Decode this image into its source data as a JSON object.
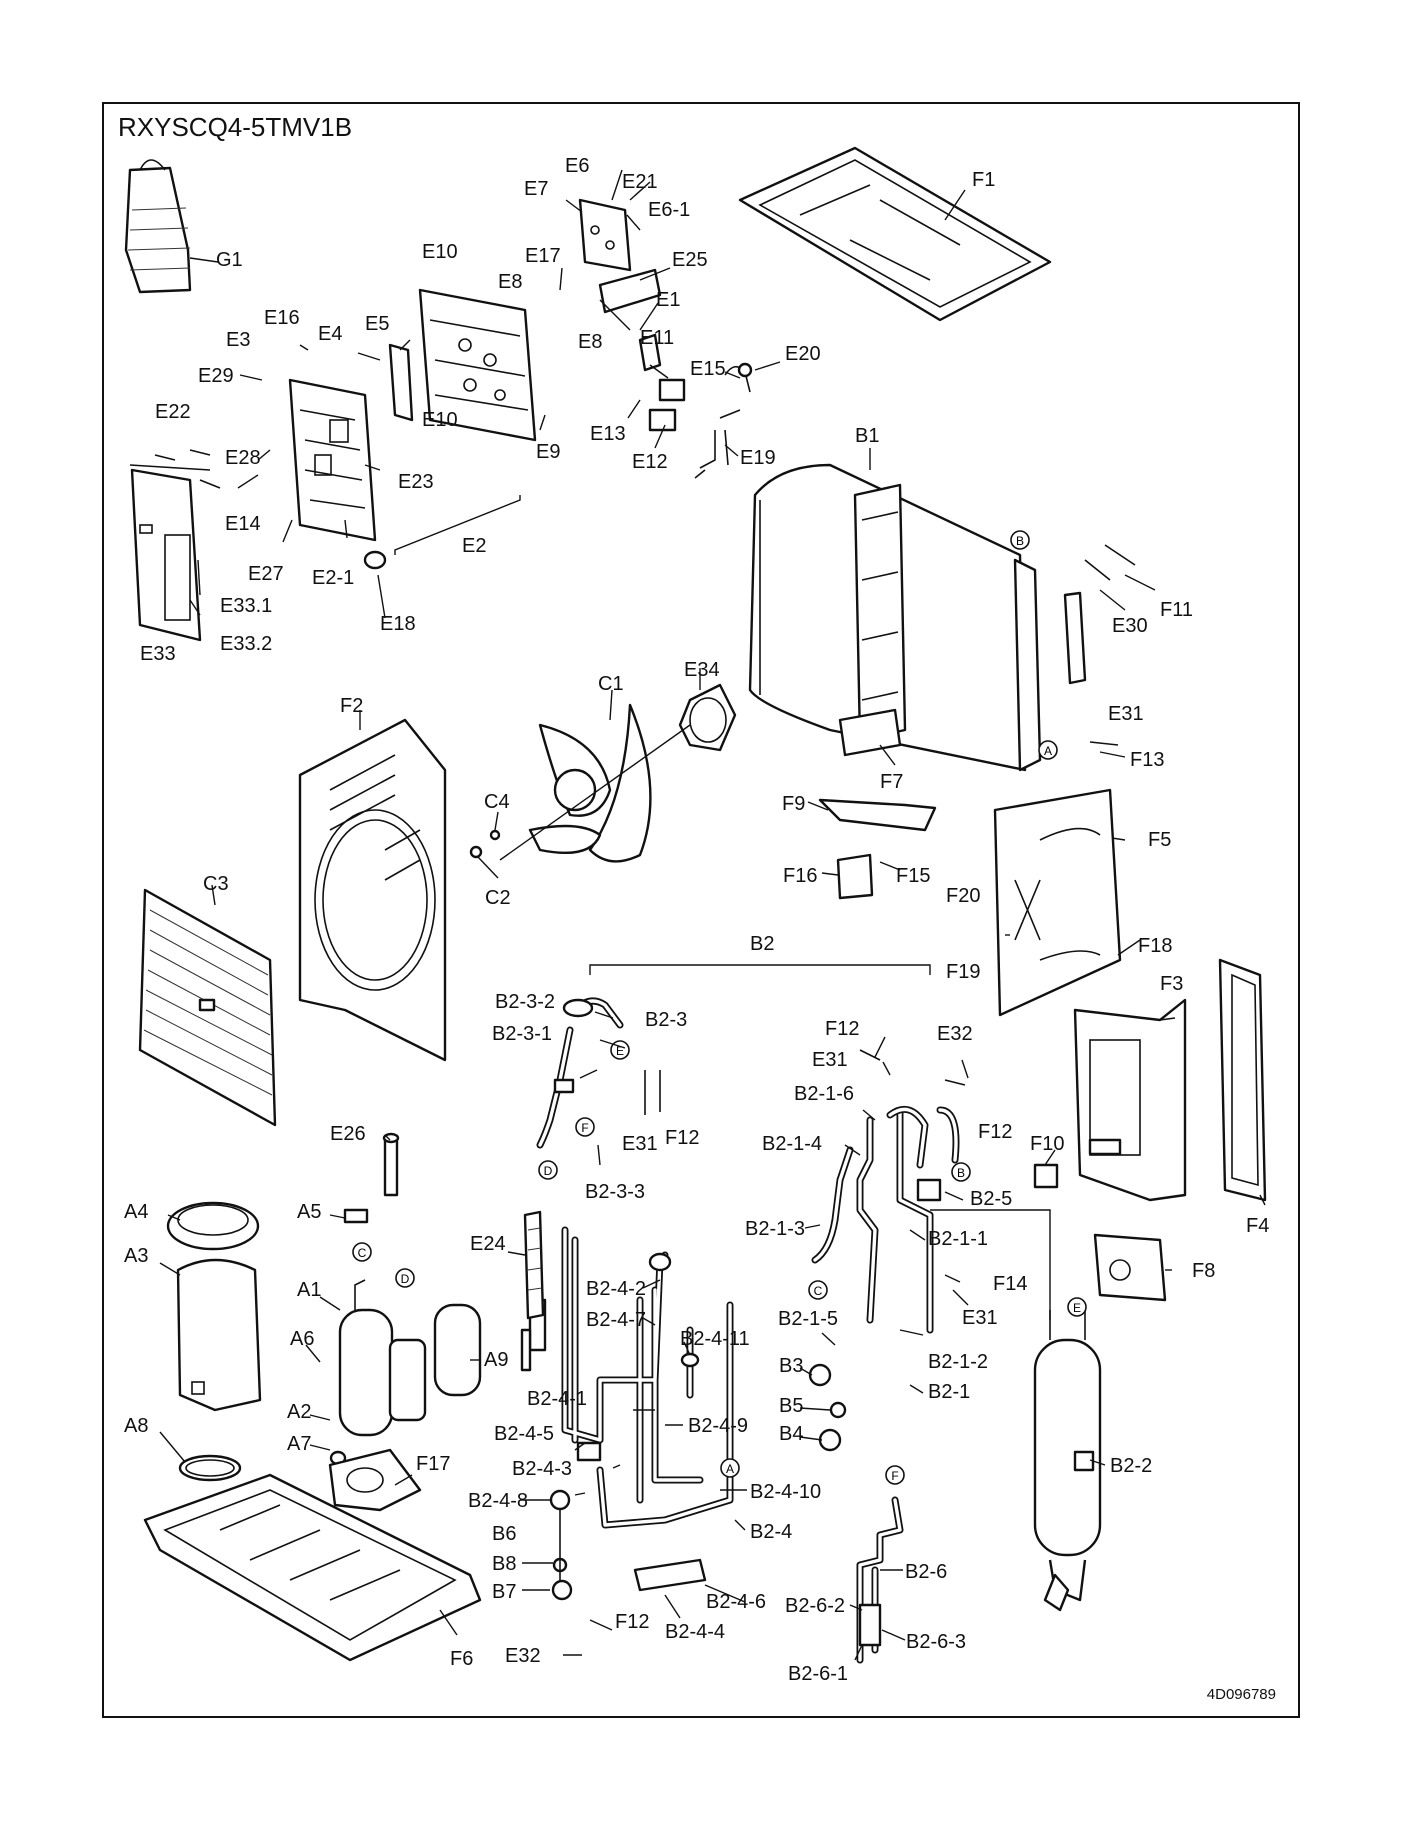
{
  "model": "RXYSCQ4-5TMV1B",
  "doc_number": "4D096789",
  "labels": [
    "G1",
    "E21",
    "E6",
    "E7",
    "E6-1",
    "E17",
    "E25",
    "E10",
    "E8",
    "E1",
    "E16",
    "E3",
    "E4",
    "E5",
    "E29",
    "E22",
    "E28",
    "E14",
    "E23",
    "E27",
    "E2-1",
    "E2",
    "E33.1",
    "E33",
    "E33.2",
    "E18",
    "E9",
    "E13",
    "E12",
    "E11",
    "E15",
    "E20",
    "E19",
    "F1",
    "B1",
    "F11",
    "E30",
    "E34",
    "C1",
    "F2",
    "C4",
    "C2",
    "C3",
    "F7",
    "E31",
    "F13",
    "F9",
    "F16",
    "F15",
    "F5",
    "F20",
    "F18",
    "F19",
    "B2",
    "B2-3-2",
    "B2-3",
    "B2-3-1",
    "B2-3-3",
    "F12",
    "E32",
    "B2-1-6",
    "B2-1-4",
    "B2-5",
    "F10",
    "F3",
    "F4",
    "E26",
    "A4",
    "A5",
    "A3",
    "A1",
    "A6",
    "A9",
    "A2",
    "A7",
    "A8",
    "F17",
    "F6",
    "E24",
    "B2-4-2",
    "B2-4-7",
    "B2-4-11",
    "B2-4-1",
    "B2-4-9",
    "B2-4-5",
    "B2-4-3",
    "B2-4-10",
    "B2-4-8",
    "B6",
    "B2-4",
    "B8",
    "B7",
    "B2-4-6",
    "B2-4-4",
    "B2-1-3",
    "B2-1-1",
    "F14",
    "B2-1-5",
    "B2-1-2",
    "B3",
    "B5",
    "B2-1",
    "B4",
    "B2-6",
    "B2-6-2",
    "B2-6-3",
    "B2-6-1",
    "B2-2",
    "F8",
    "E31-b",
    "E31-c",
    "E10-b",
    "E8-b",
    "F12-b",
    "F12-c",
    "E32-b"
  ],
  "label_text": {
    "G1": "G1",
    "E21": "E21",
    "E6": "E6",
    "E7": "E7",
    "E6-1": "E6-1",
    "E17": "E17",
    "E25": "E25",
    "E10": "E10",
    "E8": "E8",
    "E1": "E1",
    "E16": "E16",
    "E3": "E3",
    "E4": "E4",
    "E5": "E5",
    "E29": "E29",
    "E22": "E22",
    "E28": "E28",
    "E14": "E14",
    "E23": "E23",
    "E27": "E27",
    "E2-1": "E2-1",
    "E2": "E2",
    "E33.1": "E33.1",
    "E33": "E33",
    "E33.2": "E33.2",
    "E18": "E18",
    "E9": "E9",
    "E13": "E13",
    "E12": "E12",
    "E11": "E11",
    "E15": "E15",
    "E20": "E20",
    "E19": "E19",
    "F1": "F1",
    "B1": "B1",
    "F11": "F11",
    "E30": "E30",
    "E34": "E34",
    "C1": "C1",
    "F2": "F2",
    "C4": "C4",
    "C2": "C2",
    "C3": "C3",
    "F7": "F7",
    "E31": "E31",
    "F13": "F13",
    "F9": "F9",
    "F16": "F16",
    "F15": "F15",
    "F5": "F5",
    "F20": "F20",
    "F18": "F18",
    "F19": "F19",
    "B2": "B2",
    "B2-3-2": "B2-3-2",
    "B2-3": "B2-3",
    "B2-3-1": "B2-3-1",
    "B2-3-3": "B2-3-3",
    "F12": "F12",
    "E32": "E32",
    "B2-1-6": "B2-1-6",
    "B2-1-4": "B2-1-4",
    "B2-5": "B2-5",
    "F10": "F10",
    "F3": "F3",
    "F4": "F4",
    "E26": "E26",
    "A4": "A4",
    "A5": "A5",
    "A3": "A3",
    "A1": "A1",
    "A6": "A6",
    "A9": "A9",
    "A2": "A2",
    "A7": "A7",
    "A8": "A8",
    "F17": "F17",
    "F6": "F6",
    "E24": "E24",
    "B2-4-2": "B2-4-2",
    "B2-4-7": "B2-4-7",
    "B2-4-11": "B2-4-11",
    "B2-4-1": "B2-4-1",
    "B2-4-9": "B2-4-9",
    "B2-4-5": "B2-4-5",
    "B2-4-3": "B2-4-3",
    "B2-4-10": "B2-4-10",
    "B2-4-8": "B2-4-8",
    "B6": "B6",
    "B2-4": "B2-4",
    "B8": "B8",
    "B7": "B7",
    "B2-4-6": "B2-4-6",
    "B2-4-4": "B2-4-4",
    "B2-1-3": "B2-1-3",
    "B2-1-1": "B2-1-1",
    "F14": "F14",
    "B2-1-5": "B2-1-5",
    "B2-1-2": "B2-1-2",
    "B3": "B3",
    "B5": "B5",
    "B2-1": "B2-1",
    "B4": "B4",
    "B2-6": "B2-6",
    "B2-6-2": "B2-6-2",
    "B2-6-3": "B2-6-3",
    "B2-6-1": "B2-6-1",
    "B2-2": "B2-2",
    "F8": "F8",
    "E31-b": "E31",
    "E31-c": "E31",
    "E10-b": "E10",
    "E8-b": "E8",
    "F12-b": "F12",
    "F12-c": "F12",
    "E32-b": "E32"
  },
  "connection_markers": [
    "A",
    "B",
    "C",
    "D",
    "E",
    "F"
  ]
}
